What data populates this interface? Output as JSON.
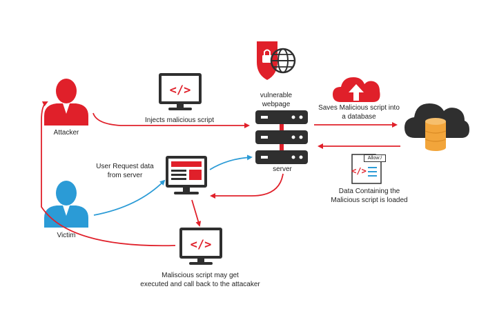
{
  "labels": {
    "attacker": "Attacker",
    "victim": "Victim",
    "injects": "Injects malicious script",
    "vulnerable_line1": "vulnerable",
    "vulnerable_line2": "webpage",
    "server": "server",
    "saves_line1": "Saves Malicious script into",
    "saves_line2": "a database",
    "user_request_line1": "User Request data",
    "user_request_line2": "from server",
    "data_loaded_line1": "Data Containing the",
    "data_loaded_line2": "Malicious script is loaded",
    "callback_line1": "Maliscious script may get",
    "callback_line2": "executed and call back to the attacaker",
    "code_tag": "</>",
    "allow_badge": "Allow:/"
  },
  "colors": {
    "red": "#e0202a",
    "blue": "#2b9bd6",
    "dark": "#2f2f2f",
    "orange": "#f2a53b",
    "gray": "#5a5a5a"
  },
  "icons": [
    "attacker-icon",
    "victim-icon",
    "monitor-code-icon",
    "shield-lock-globe-icon",
    "server-stack-icon",
    "cloud-upload-icon",
    "cloud-database-icon",
    "document-code-icon",
    "monitor-webpage-icon"
  ]
}
